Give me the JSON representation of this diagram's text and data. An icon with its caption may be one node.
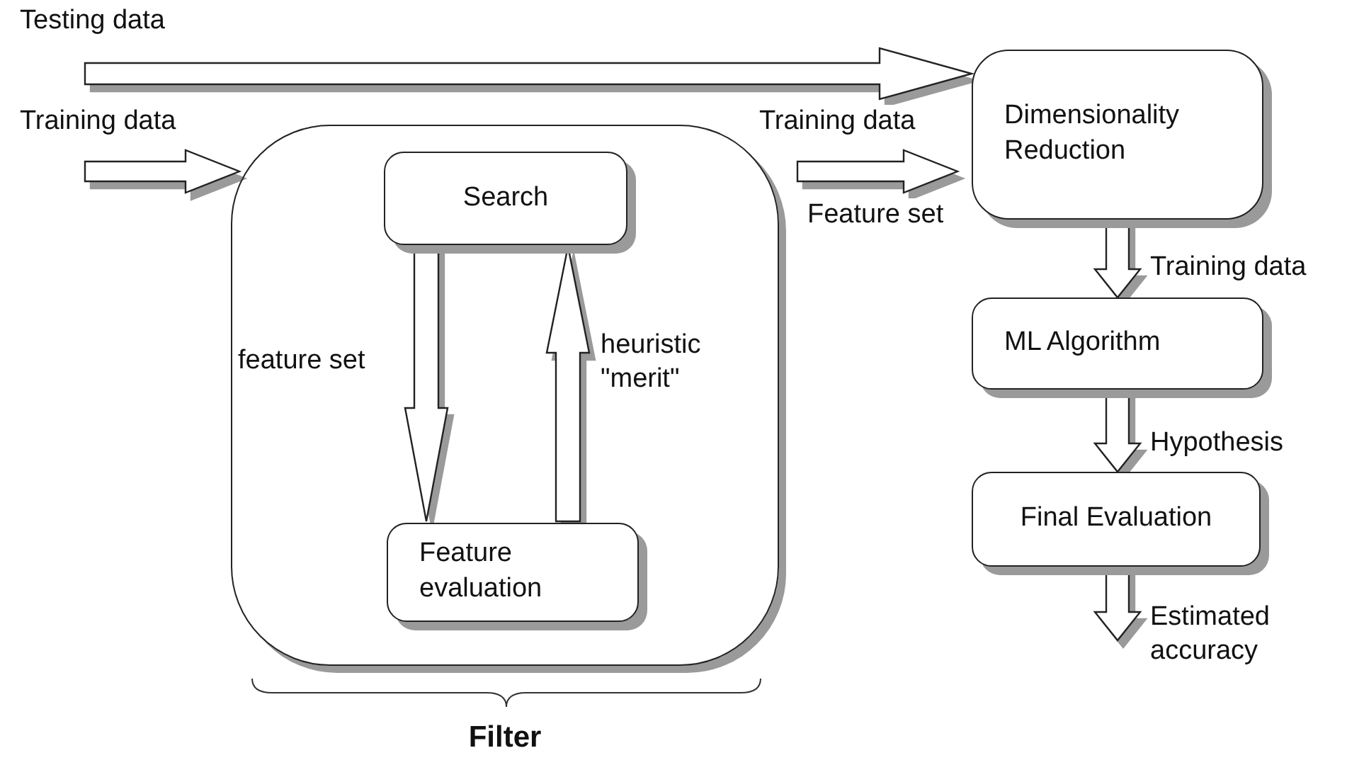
{
  "diagram": {
    "nodes": [
      {
        "text": [
          "Filter"
        ]
      },
      {
        "text": [
          "Search"
        ],
        "in": 0
      },
      {
        "text": [
          "Feature evaluation"
        ],
        "in": 0
      },
      {
        "text": [
          "Dimensionality Reduction"
        ]
      },
      {
        "text": [
          "ML Algorithm"
        ]
      },
      {
        "text": [
          "Final Evaluation"
        ]
      }
    ],
    "edges": [
      {
        "from": null,
        "to": 3,
        "arrow": "to"
      },
      {
        "from": null,
        "to": 0,
        "arrow": "to",
        "label": "Training data"
      },
      {
        "from": 0,
        "to": 3,
        "arrow": "to",
        "label": "Training data"
      },
      {
        "from": 1,
        "to": 2,
        "arrow": "to",
        "label": "feature set"
      },
      {
        "from": 2,
        "to": 1,
        "arrow": "to",
        "label": "heuristic \"merit\""
      },
      {
        "from": 3,
        "to": 4,
        "arrow": "to",
        "label": "Training data"
      },
      {
        "from": 4,
        "to": 5,
        "arrow": "to",
        "label": "Hypothesis"
      },
      {
        "from": 5,
        "to": null,
        "arrow": "to",
        "label": "Estimated accuracy"
      }
    ],
    "labels": [
      "Testing data",
      "Feature set"
    ]
  }
}
